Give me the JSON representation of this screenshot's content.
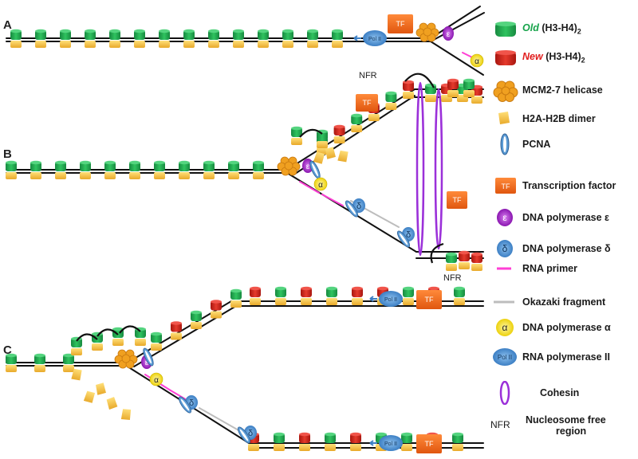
{
  "panels": {
    "a": "A",
    "b": "B",
    "c": "C"
  },
  "labels": {
    "tf": "TF",
    "pol2": "Pol II",
    "nfr": "NFR",
    "eps": "ε",
    "delta": "δ",
    "alpha": "α"
  },
  "legend": {
    "old_word": "Old",
    "old_rest": "(H3-H4)",
    "old_sub": "2",
    "new_word": "New",
    "new_rest": "(H3-H4)",
    "new_sub": "2",
    "mcm": "MCM2-7 helicase",
    "h2a": "H2A-H2B dimer",
    "pcna": "PCNA",
    "tf_symbol": "TF",
    "tf": "Transcription factor",
    "pol_eps_symbol": "ε",
    "pol_eps": "DNA polymerase ε",
    "pol_delta_symbol": "δ",
    "pol_delta": "DNA polymerase δ",
    "rna_primer": "RNA primer",
    "okazaki": "Okazaki fragment",
    "pol_alpha_symbol": "α",
    "pol_alpha": "DNA polymerase α",
    "pol2_symbol": "Pol II",
    "pol2": "RNA polymerase II",
    "cohesin": "Cohesin",
    "nfr_symbol": "NFR",
    "nfr_line1": "Nucleosome free",
    "nfr_line2": "region"
  },
  "colors": {
    "old": "#1fa84f",
    "new": "#d7261e",
    "dimer": "#f5c542",
    "tf": "#f26b1d",
    "mcm": "#f0a020",
    "eps": "#a320c8",
    "blue": "#5b9bd5",
    "alpha": "#f7e21a",
    "cohesin": "#9b30d9",
    "primer": "#ff3fd5",
    "okazaki": "#bdbdbd"
  }
}
